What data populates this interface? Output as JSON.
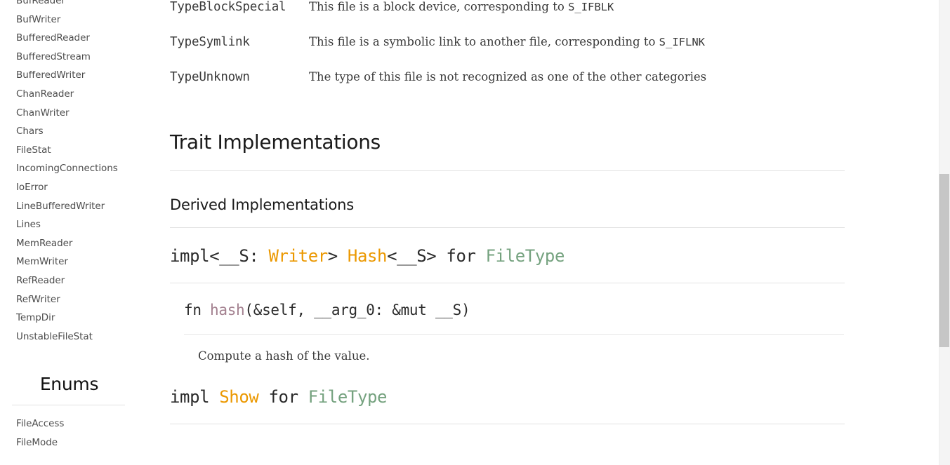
{
  "sidebar": {
    "structs": [
      {
        "label": "BufReader"
      },
      {
        "label": "BufWriter"
      },
      {
        "label": "BufferedReader"
      },
      {
        "label": "BufferedStream"
      },
      {
        "label": "BufferedWriter"
      },
      {
        "label": "ChanReader"
      },
      {
        "label": "ChanWriter"
      },
      {
        "label": "Chars"
      },
      {
        "label": "FileStat"
      },
      {
        "label": "IncomingConnections"
      },
      {
        "label": "IoError"
      },
      {
        "label": "LineBufferedWriter"
      },
      {
        "label": "Lines"
      },
      {
        "label": "MemReader"
      },
      {
        "label": "MemWriter"
      },
      {
        "label": "RefReader"
      },
      {
        "label": "RefWriter"
      },
      {
        "label": "TempDir"
      },
      {
        "label": "UnstableFileStat"
      }
    ],
    "enums_heading": "Enums",
    "enums": [
      {
        "label": "FileAccess"
      },
      {
        "label": "FileMode"
      }
    ]
  },
  "main": {
    "variants": [
      {
        "name": "TypeBlockSpecial",
        "desc_before": "This file is a block device, corresponding to ",
        "code": "S_IFBLK",
        "desc_after": ""
      },
      {
        "name": "TypeSymlink",
        "desc_before": "This file is a symbolic link to another file, corresponding to ",
        "code": "S_IFLNK",
        "desc_after": ""
      },
      {
        "name": "TypeUnknown",
        "desc_before": "The type of this file is not recognized as one of the other categories",
        "code": "",
        "desc_after": ""
      }
    ],
    "trait_implementations_heading": "Trait Implementations",
    "derived_implementations_heading": "Derived Implementations",
    "impls": [
      {
        "sig_parts": [
          {
            "text": "impl<__S: ",
            "style": "plain"
          },
          {
            "text": "Writer",
            "style": "trait"
          },
          {
            "text": "> ",
            "style": "plain"
          },
          {
            "text": "Hash",
            "style": "trait"
          },
          {
            "text": "<__S> for ",
            "style": "plain"
          },
          {
            "text": "FileType",
            "style": "type"
          }
        ],
        "method": {
          "parts": [
            {
              "text": "fn ",
              "style": "plain"
            },
            {
              "text": "hash",
              "style": "fn"
            },
            {
              "text": "(&self, __arg_0: &mut __S)",
              "style": "plain"
            }
          ],
          "doc": "Compute a hash of the value."
        }
      },
      {
        "sig_parts": [
          {
            "text": "impl ",
            "style": "plain"
          },
          {
            "text": "Show",
            "style": "trait"
          },
          {
            "text": " for ",
            "style": "plain"
          },
          {
            "text": "FileType",
            "style": "type"
          }
        ],
        "method": null
      }
    ]
  },
  "colors": {
    "trait_token": "#eb9800",
    "type_token": "#75a27f",
    "fn_token": "#a3808f",
    "rule": "#e2e2e2",
    "scrollbar_thumb": "#c6c6c6"
  }
}
